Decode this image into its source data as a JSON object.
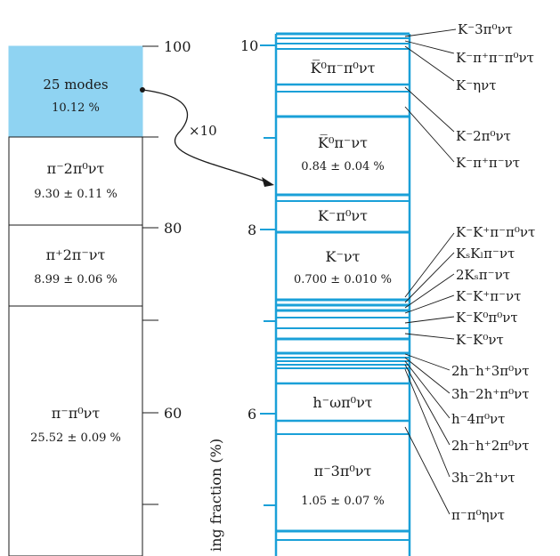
{
  "left_column": {
    "scale_ticks": [
      "100",
      "80",
      "60"
    ],
    "boxes": [
      {
        "mode": "25 modes",
        "value": "10.12 %",
        "color": "#8fd3f2"
      },
      {
        "mode": "π⁻2π⁰ντ",
        "value": "9.30 ± 0.11 %",
        "color": "#ffffff"
      },
      {
        "mode": "π⁺2π⁻ντ",
        "value": "8.99 ± 0.06 %",
        "color": "#ffffff"
      },
      {
        "mode": "π⁻π⁰ντ",
        "value": "25.52 ± 0.09 %",
        "color": "#ffffff"
      }
    ]
  },
  "zoom_label": "×10",
  "right_column": {
    "scale_ticks": [
      "10",
      "8",
      "6"
    ],
    "axis_label": "ing fraction (%)",
    "box_modes": [
      {
        "mode": "K̅⁰π⁻π⁰ντ",
        "value": ""
      },
      {
        "mode": "K̅⁰π⁻ντ",
        "value": "0.84 ± 0.04 %"
      },
      {
        "mode": "K⁻π⁰ντ",
        "value": ""
      },
      {
        "mode": "K⁻ντ",
        "value": "0.700 ± 0.010 %"
      },
      {
        "mode": "h⁻ωπ⁰ντ",
        "value": ""
      },
      {
        "mode": "π⁻3π⁰ντ",
        "value": "1.05 ± 0.07 %"
      }
    ],
    "side_labels": [
      "K⁻3π⁰ντ",
      "K⁻π⁺π⁻π⁰ντ",
      "K⁻ηντ",
      "K⁻2π⁰ντ",
      "K⁻π⁺π⁻ντ",
      "K⁻K⁺π⁻π⁰ντ",
      "KₛKₗπ⁻ντ",
      "2Kₛπ⁻ντ",
      "K⁻K⁺π⁻ντ",
      "K⁻K⁰π⁰ντ",
      "K⁻K⁰ντ",
      "2h⁻h⁺3π⁰ντ",
      "3h⁻2h⁺π⁰ντ",
      "h⁻4π⁰ντ",
      "2h⁻h⁺2π⁰ντ",
      "3h⁻2h⁺ντ",
      "π⁻π⁰ηντ"
    ]
  }
}
